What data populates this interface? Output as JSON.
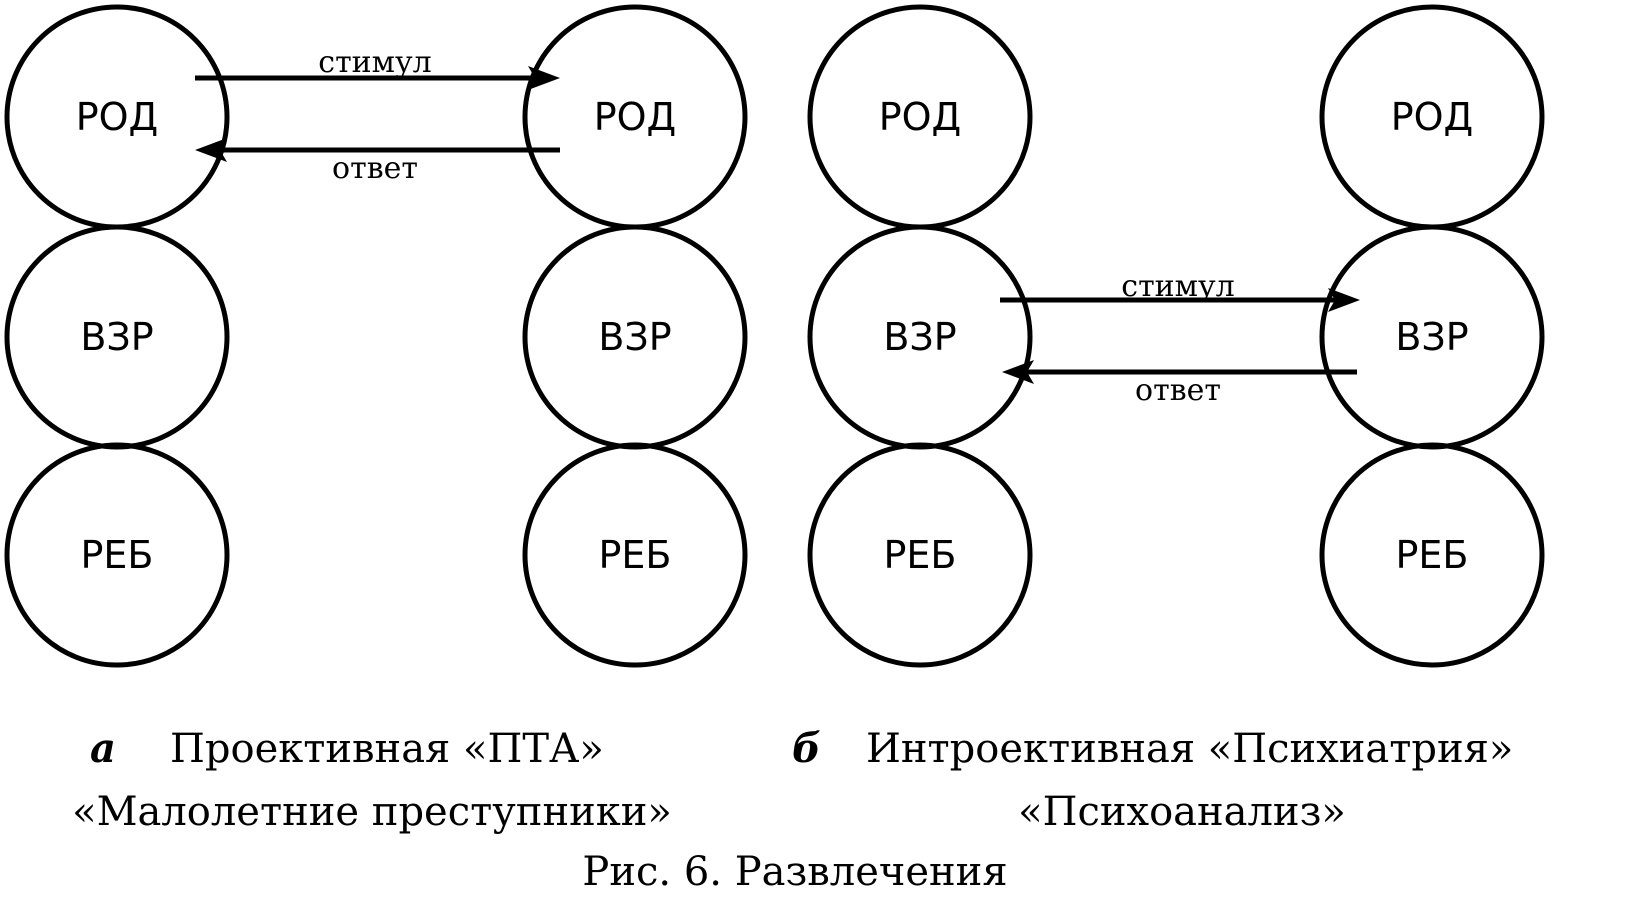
{
  "columns": [
    {
      "id": "a-left",
      "states": [
        "РОД",
        "ВЗР",
        "РЕБ"
      ]
    },
    {
      "id": "a-right",
      "states": [
        "РОД",
        "ВЗР",
        "РЕБ"
      ]
    },
    {
      "id": "b-left",
      "states": [
        "РОД",
        "ВЗР",
        "РЕБ"
      ]
    },
    {
      "id": "b-right",
      "states": [
        "РОД",
        "ВЗР",
        "РЕБ"
      ]
    }
  ],
  "arrows": {
    "stimulus": "стимул",
    "response": "ответ"
  },
  "captions": {
    "a_letter": "а",
    "a_line1": "Проективная «ПТА»",
    "a_line2": "«Малолетние преступники»",
    "b_letter": "б",
    "b_line1": "Интроективная «Психиатрия»",
    "b_line2": "«Психоанализ»",
    "figure": "Рис. 6. Развлечения"
  }
}
